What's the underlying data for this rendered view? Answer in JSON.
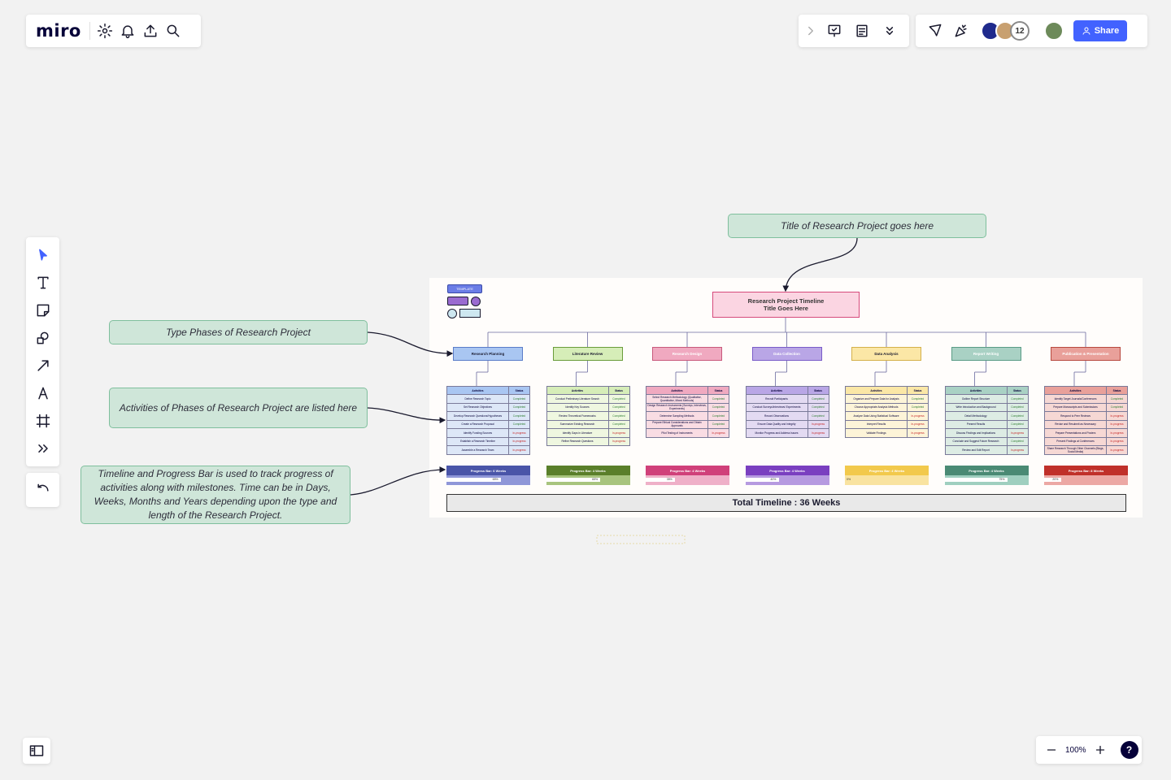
{
  "app": {
    "logo": "miro"
  },
  "topbar": {
    "collaborator_count": "12",
    "share_label": "Share"
  },
  "zoom": {
    "level": "100%",
    "help": "?"
  },
  "notes": {
    "title_note": "Title of Research Project goes here",
    "phases_note": "Type Phases of Research Project",
    "activities_note": "Activities of Phases of Research Project are listed here",
    "timeline_note": "Timeline and Progress Bar is used to track progress of activities along with milestones. Time can be in Days, Weeks, Months and Years depending upon the type and length of the Research Project."
  },
  "board": {
    "template_tag": "TEMPLATE",
    "root_title_line1": "Research Project Timeline",
    "root_title_line2": "Title Goes Here",
    "col_activities": "Activities",
    "col_status": "Status",
    "total_timeline": "Total Timeline : 36 Weeks",
    "phases": [
      {
        "name": "Research Planning",
        "color": "#a9c6f2",
        "border": "#5a7cc8",
        "head": "#4a55a8",
        "barbg": "#8f97d8",
        "progress_label": "Progress Bar: 6 Weeks",
        "progress": 65,
        "rows": [
          [
            "Define Research Topic",
            "Completed"
          ],
          [
            "Set Research Objectives",
            "Completed"
          ],
          [
            "Develop Research Questions/Hypotheses",
            "Completed"
          ],
          [
            "Create a Research Proposal",
            "Completed"
          ],
          [
            "Identify Funding Sources",
            "In-progress"
          ],
          [
            "Establish a Research Timeline",
            "In-progress"
          ],
          [
            "Assemble a Research Team",
            "In-progress"
          ]
        ]
      },
      {
        "name": "Literature Review",
        "color": "#d6edb8",
        "border": "#6a9c3a",
        "head": "#5a7f2a",
        "barbg": "#a8c47e",
        "progress_label": "Progress Bar: 4 Weeks",
        "progress": 65,
        "rows": [
          [
            "Conduct Preliminary Literature Search",
            "Completed"
          ],
          [
            "Identify Key Sources",
            "Completed"
          ],
          [
            "Review Theoretical Frameworks",
            "Completed"
          ],
          [
            "Summarize Existing Research",
            "Completed"
          ],
          [
            "Identify Gaps in Literature",
            "In-progress"
          ],
          [
            "Refine Research Questions",
            "In-progress"
          ]
        ]
      },
      {
        "name": "Research Design",
        "color": "#f0a9c0",
        "border": "#c85a7c",
        "head": "#d0407a",
        "barbg": "#efb0c8",
        "progress_label": "Progress Bar: 4 Weeks",
        "progress": 35,
        "rows": [
          [
            "Select Research Methodology (Qualitative, Quantitative, Mixed Methods)",
            "Completed"
          ],
          [
            "Design Research Instruments (Surveys, Interviews, Experiments)",
            "Completed"
          ],
          [
            "Determine Sampling Methods",
            "Completed"
          ],
          [
            "Prepare Ethical Considerations and Obtain Approvals",
            "Completed"
          ],
          [
            "Pilot Testing of Instruments",
            "In-progress"
          ]
        ]
      },
      {
        "name": "Data Collection",
        "color": "#b9a6e6",
        "border": "#7a5cc8",
        "head": "#7a3fc0",
        "barbg": "#b69ae0",
        "progress_label": "Progress Bar: 4 Weeks",
        "progress": 40,
        "rows": [
          [
            "Recruit Participants",
            "Completed"
          ],
          [
            "Conduct Surveys/Interviews/ Experiments",
            "Completed"
          ],
          [
            "Record Observations",
            "Completed"
          ],
          [
            "Ensure Data Quality and Integrity",
            "In-progress"
          ],
          [
            "Monitor Progress and Address Issues",
            "In-progress"
          ]
        ]
      },
      {
        "name": "Data Analysis",
        "color": "#fbe7a6",
        "border": "#d4b04a",
        "head": "#f2c94c",
        "barbg": "#f9e3a0",
        "progress_label": "Progress Bar: 4 Weeks",
        "progress": 0,
        "rows": [
          [
            "Organize and Prepare Data for Analysis",
            "Completed"
          ],
          [
            "Choose Appropriate Analysis Methods",
            "Completed"
          ],
          [
            "Analyze Data Using Statistical Software",
            "In-progress"
          ],
          [
            "Interpret Results",
            "In-progress"
          ],
          [
            "Validate Findings",
            "In-progress"
          ]
        ]
      },
      {
        "name": "Report Writing",
        "color": "#a9d1c4",
        "border": "#5a9c86",
        "head": "#4a8a74",
        "barbg": "#9fcfbf",
        "progress_label": "Progress Bar: 4 Weeks",
        "progress": 75,
        "rows": [
          [
            "Outline Report Structure",
            "Completed"
          ],
          [
            "Write Introduction and Background",
            "Completed"
          ],
          [
            "Detail Methodology",
            "Completed"
          ],
          [
            "Present Results",
            "Completed"
          ],
          [
            "Discuss Findings and Implications",
            "In-progress"
          ],
          [
            "Conclude and Suggest Future Research",
            "Completed"
          ],
          [
            "Review and Edit Report",
            "In-progress"
          ]
        ]
      },
      {
        "name": "Publication & Presentation",
        "color": "#e9a09a",
        "border": "#b84a40",
        "head": "#c0302a",
        "barbg": "#eca8a4",
        "progress_label": "Progress Bar: 8 Weeks",
        "progress": 20,
        "rows": [
          [
            "Identify Target Journals/Conferences",
            "Completed"
          ],
          [
            "Prepare Manuscripts and Submissions",
            "Completed"
          ],
          [
            "Respond to Peer Reviews",
            "In-progress"
          ],
          [
            "Revise and Resubmit as Necessary",
            "In-progress"
          ],
          [
            "Prepare Presentations and Posters",
            "In-progress"
          ],
          [
            "Present Findings at Conferences",
            "In-progress"
          ],
          [
            "Share Research Through Other Channels (Blogs, Social Media)",
            "In-progress"
          ]
        ]
      }
    ]
  }
}
